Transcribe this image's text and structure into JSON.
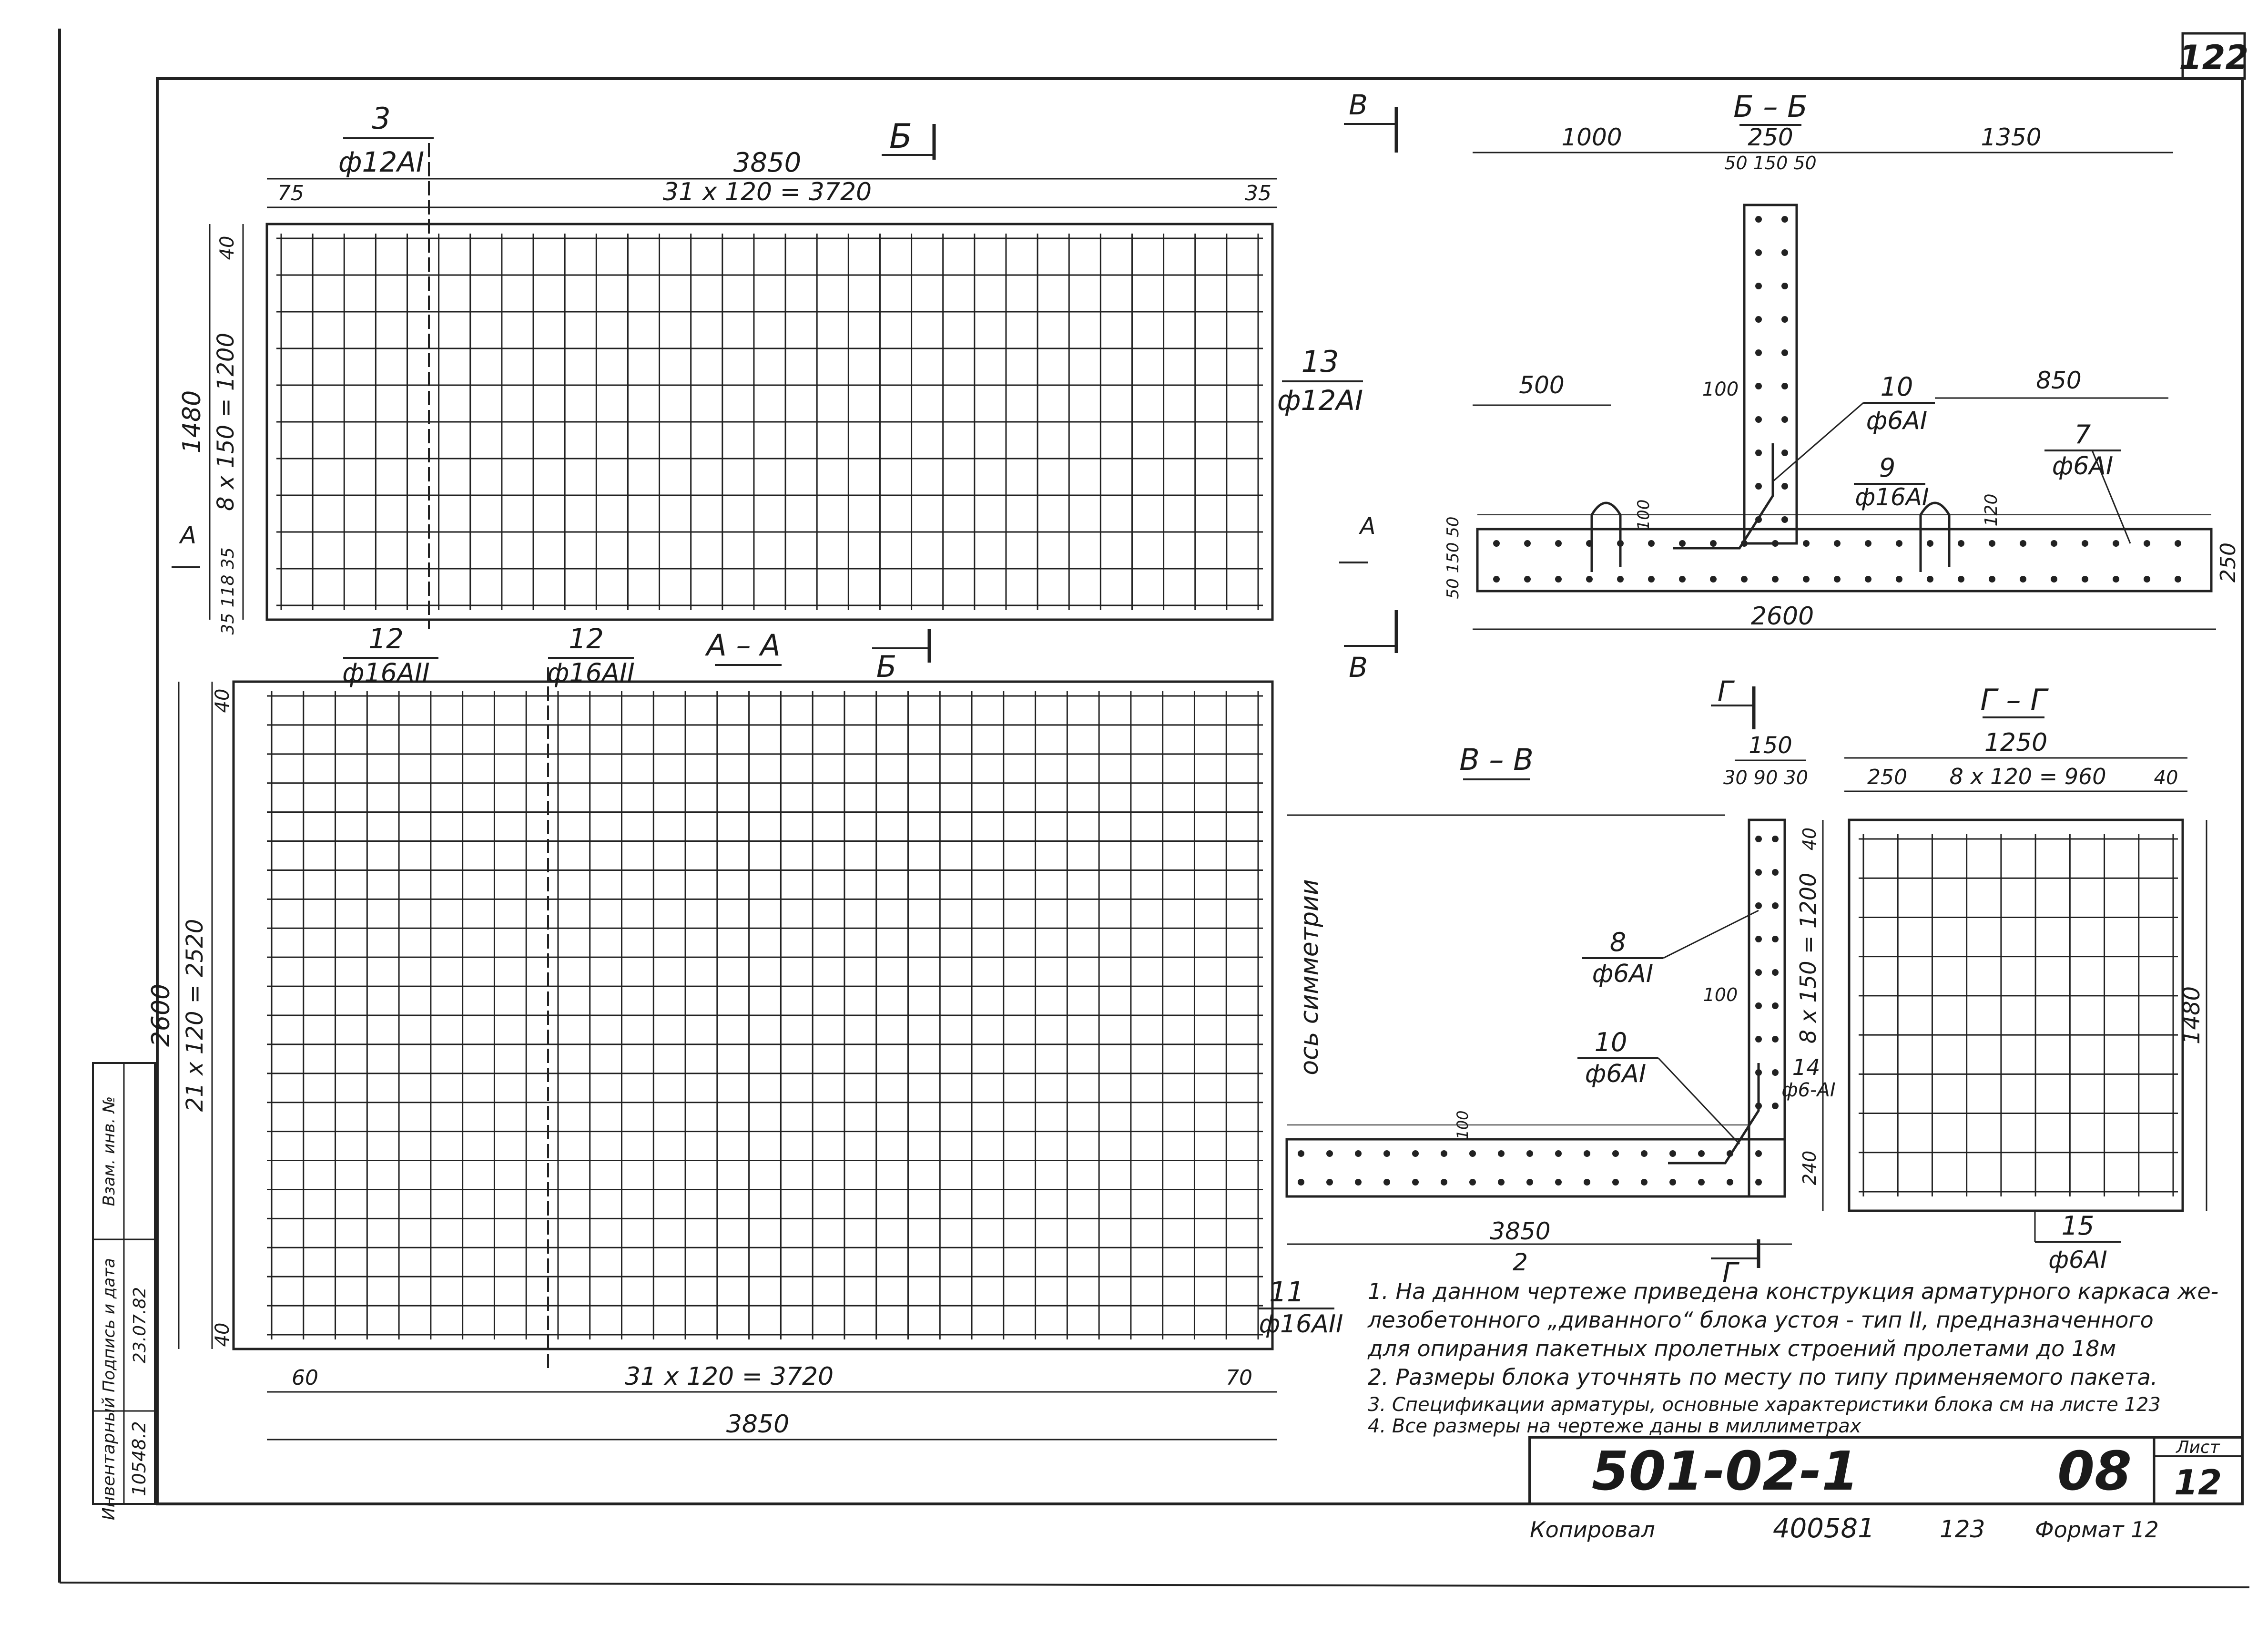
{
  "sheet": {
    "page_number": "122",
    "sheet_label": "Лист",
    "sheet_value": "12",
    "doc_code": "501-02-1",
    "doc_part": "08",
    "copied_label": "Копировал",
    "inventory_number": "400581",
    "extra_number": "123",
    "format_label": "Формат 12"
  },
  "side_stamp": {
    "col1": "Инвентарный",
    "col1_value": "10548.2",
    "col2": "Подпись и дата",
    "col2_value": "23.07.82",
    "col3": "Взам. инв. №"
  },
  "top_plan": {
    "marker_3": "3",
    "marker_3_bar": "ф12АI",
    "section_b": "Б",
    "dim_total": "3850",
    "dim_spacing": "31 x 120 = 3720",
    "dim_left": "75",
    "dim_right": "35",
    "dim_height": "1480",
    "dim_vert_spacing": "8 x 150 = 1200",
    "dim_top": "40",
    "dim_bottom": "35 118 35",
    "marker_13": "13",
    "marker_13_bar": "ф12АI",
    "section_a": "А"
  },
  "aa_plan": {
    "title": "А – А",
    "marker_12a": "12",
    "marker_12a_bar": "ф16АII",
    "marker_12b": "12",
    "marker_12b_bar": "ф16АII",
    "section_b": "Б",
    "dim_height": "2600",
    "dim_vert_spacing": "21 x 120 = 2520",
    "dim_top": "40",
    "dim_bottom": "40",
    "dim_left": "60",
    "dim_spacing": "31 x 120 = 3720",
    "dim_right": "70",
    "dim_total": "3850",
    "marker_11": "11",
    "marker_11_bar": "ф16АII"
  },
  "bb_section": {
    "title": "Б – Б",
    "section_v_top": "В",
    "section_v_bottom": "В",
    "section_a": "А",
    "dim_1000": "1000",
    "dim_250": "250",
    "dim_1350": "1350",
    "dim_sub": "50 150 50",
    "dim_500": "500",
    "dim_100": "100",
    "dim_850": "850",
    "dim_120": "120",
    "dim_100b": "100",
    "dim_total": "2600",
    "dim_right": "250",
    "dim_left": "50 150 50",
    "marker_10": "10",
    "marker_10_bar": "ф6АI",
    "marker_9": "9",
    "marker_9_bar": "ф16АI",
    "marker_7": "7",
    "marker_7_bar": "ф6АI"
  },
  "vv_section": {
    "title": "В – В",
    "symmetry_axis": "ось симметрии",
    "section_g_top": "Г",
    "section_g_bottom": "Г",
    "dim_150": "150",
    "dim_sub": "30 90 30",
    "marker_8": "8",
    "marker_8_bar": "ф6АI",
    "dim_100": "100",
    "marker_10": "10",
    "marker_10_bar": "ф6АI",
    "dim_100b": "100",
    "dim_total": "3850",
    "dim_half": "2"
  },
  "gg_section": {
    "title": "Г – Г",
    "dim_total": "1250",
    "dim_250": "250",
    "dim_spacing": "8 x 120 = 960",
    "dim_40": "40",
    "dim_top": "40",
    "dim_vert_spacing": "8 x 150 = 1200",
    "marker_14": "14",
    "marker_14_bar": "ф6-АI",
    "dim_240": "240",
    "dim_height": "1480",
    "marker_15": "15",
    "marker_15_bar": "ф6АI"
  },
  "notes": [
    "1. На данном чертеже приведена конструкция арматурного каркаса же-",
    "лезобетонного „диванного“ блока устоя - тип II, предназначенного",
    "для опирания пакетных пролетных строений пролетами до 18м",
    "2. Размеры блока уточнять по месту по типу применяемого пакета.",
    "3. Спецификации арматуры, основные характеристики блока см на листе 123",
    "4. Все размеры на чертеже даны в миллиметрах"
  ]
}
